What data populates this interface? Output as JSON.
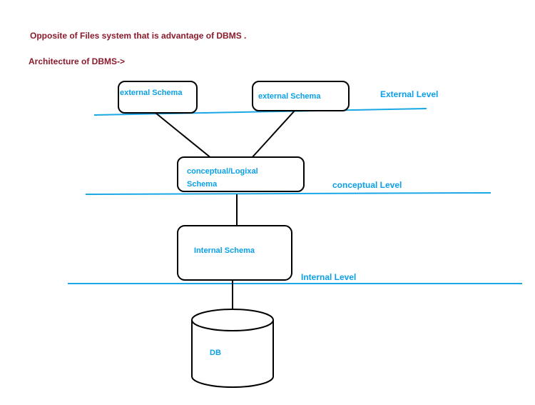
{
  "heading": {
    "line1": "Opposite of Files system that is advantage of DBMS .",
    "line2": "Architecture of DBMS->"
  },
  "diagram": {
    "external_schema_1": "external Schema",
    "external_schema_2": "external Schema",
    "external_level": "External Level",
    "conceptual_schema_line1": "conceptual/Logixal",
    "conceptual_schema_line2": "Schema",
    "conceptual_level": "conceptual Level",
    "internal_schema": "Internal Schema",
    "internal_level": "Internal Level",
    "database": "DB"
  },
  "colors": {
    "heading": "#8b1a2b",
    "label": "#0aa0e8",
    "level_line": "#1aa7e6",
    "shape_stroke": "#000000"
  }
}
